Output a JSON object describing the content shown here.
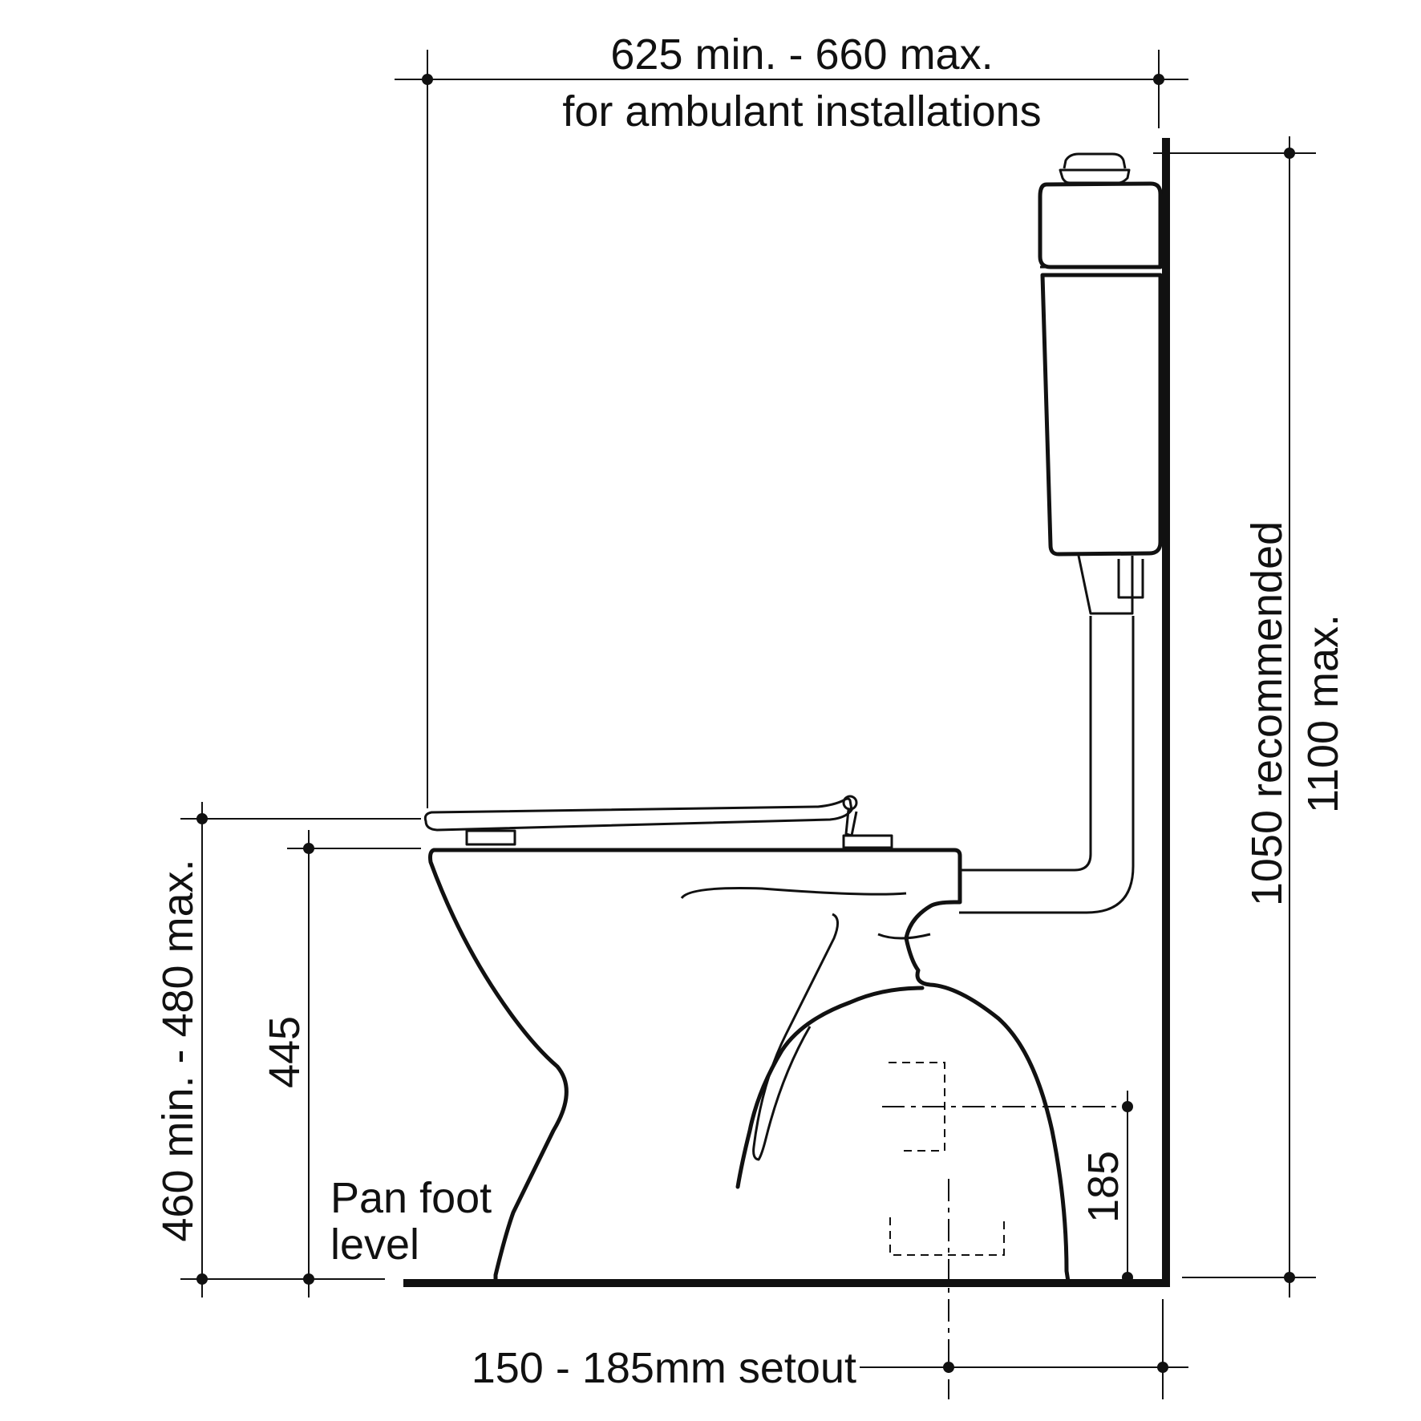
{
  "dimensions": {
    "top_line1": "625 min. - 660 max.",
    "top_line2": "for ambulant installations",
    "left_outer": "460 min. - 480 max.",
    "left_inner": "445",
    "right_line1": "1050 recommended",
    "right_line2": "1100 max.",
    "outlet_height": "185",
    "setout": "150 - 185mm setout"
  },
  "labels": {
    "pan_foot_line1": "Pan foot",
    "pan_foot_line2": "level"
  },
  "colors": {
    "line": "#111111",
    "background": "#ffffff"
  }
}
